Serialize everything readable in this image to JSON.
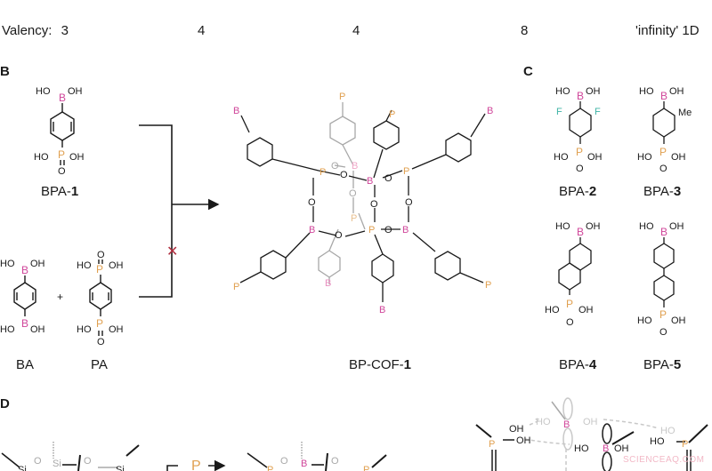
{
  "valency_row": {
    "label": "Valency:",
    "values": [
      "3",
      "4",
      "4",
      "8",
      "'infinity' 1D"
    ]
  },
  "panels": {
    "B": {
      "letter": "B",
      "compounds": [
        {
          "prefix": "BPA-",
          "num": "1"
        },
        {
          "prefix": "BA",
          "num": ""
        },
        {
          "prefix": "PA",
          "num": ""
        }
      ],
      "plus": "+",
      "product": {
        "prefix": "BP-COF-",
        "num": "1"
      },
      "blocked_mark": "✕"
    },
    "C": {
      "letter": "C",
      "compounds": [
        {
          "prefix": "BPA-",
          "num": "2",
          "substituent": "F"
        },
        {
          "prefix": "BPA-",
          "num": "3",
          "substituent": "Me"
        },
        {
          "prefix": "BPA-",
          "num": "4"
        },
        {
          "prefix": "BPA-",
          "num": "5"
        }
      ]
    },
    "D": {
      "letter": "D",
      "reagent": "P"
    }
  },
  "atoms": {
    "B": "B",
    "P": "P",
    "O": "O",
    "OH": "OH",
    "HO": "HO",
    "Si": "Si",
    "F": "F",
    "Me": "Me"
  },
  "colors": {
    "boron": "#d0469a",
    "phosphorus": "#e0a050",
    "fluorine": "#3fb3a6",
    "ghost": "#a8a8a8",
    "cross": "#b03040",
    "line": "#1a1a1a"
  },
  "watermark": "SCIENCEAQ.COM"
}
